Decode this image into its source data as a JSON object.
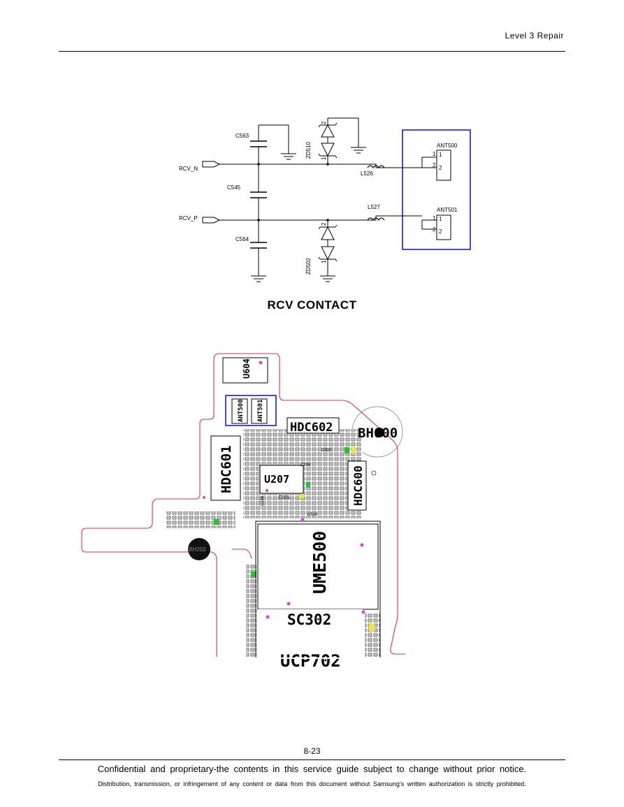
{
  "header": {
    "text": "Level 3 Repair"
  },
  "schematic": {
    "nets": {
      "rcv_n": "RCV_N",
      "rcv_p": "RCV_P"
    },
    "caps": {
      "c563": "C563",
      "c545": "C545",
      "c564": "C564"
    },
    "diodes": {
      "zd510": "ZD510",
      "zd502": "ZD502"
    },
    "inductors": {
      "l526": "L526",
      "l527": "L527"
    },
    "antennas": {
      "ant500": "ANT500",
      "ant501": "ANT501"
    },
    "pins": {
      "one": "1",
      "two": "2"
    }
  },
  "caption": "RCV CONTACT",
  "pcb": {
    "u604": "U604",
    "ant500": "ANT500",
    "ant501": "ANT501",
    "hdc602": "HDC602",
    "bh600": "BH600",
    "hdc601": "HDC601",
    "u207": "U207",
    "hdc600": "HDC600",
    "c201": "C201",
    "c526": "C526",
    "c208": "C208",
    "c610": "C610",
    "c206": "C206",
    "bh203": "BH203",
    "ume500": "UME500",
    "sc302": "SC302",
    "bottom_partial": "UCP702"
  },
  "page_number": "8-23",
  "footer": {
    "line1": "Confidential and proprietary-the contents in this service guide subject to change without prior notice.",
    "line2": "Distribution, transmission, or infringement of any content or data from this document without Samsung’s written authorization is strictly prohibited."
  },
  "colors": {
    "highlight_box": "#1a1ad6",
    "board_outline": "#e0304a",
    "marker": "#e040e0",
    "green_part": "#27c22d"
  }
}
